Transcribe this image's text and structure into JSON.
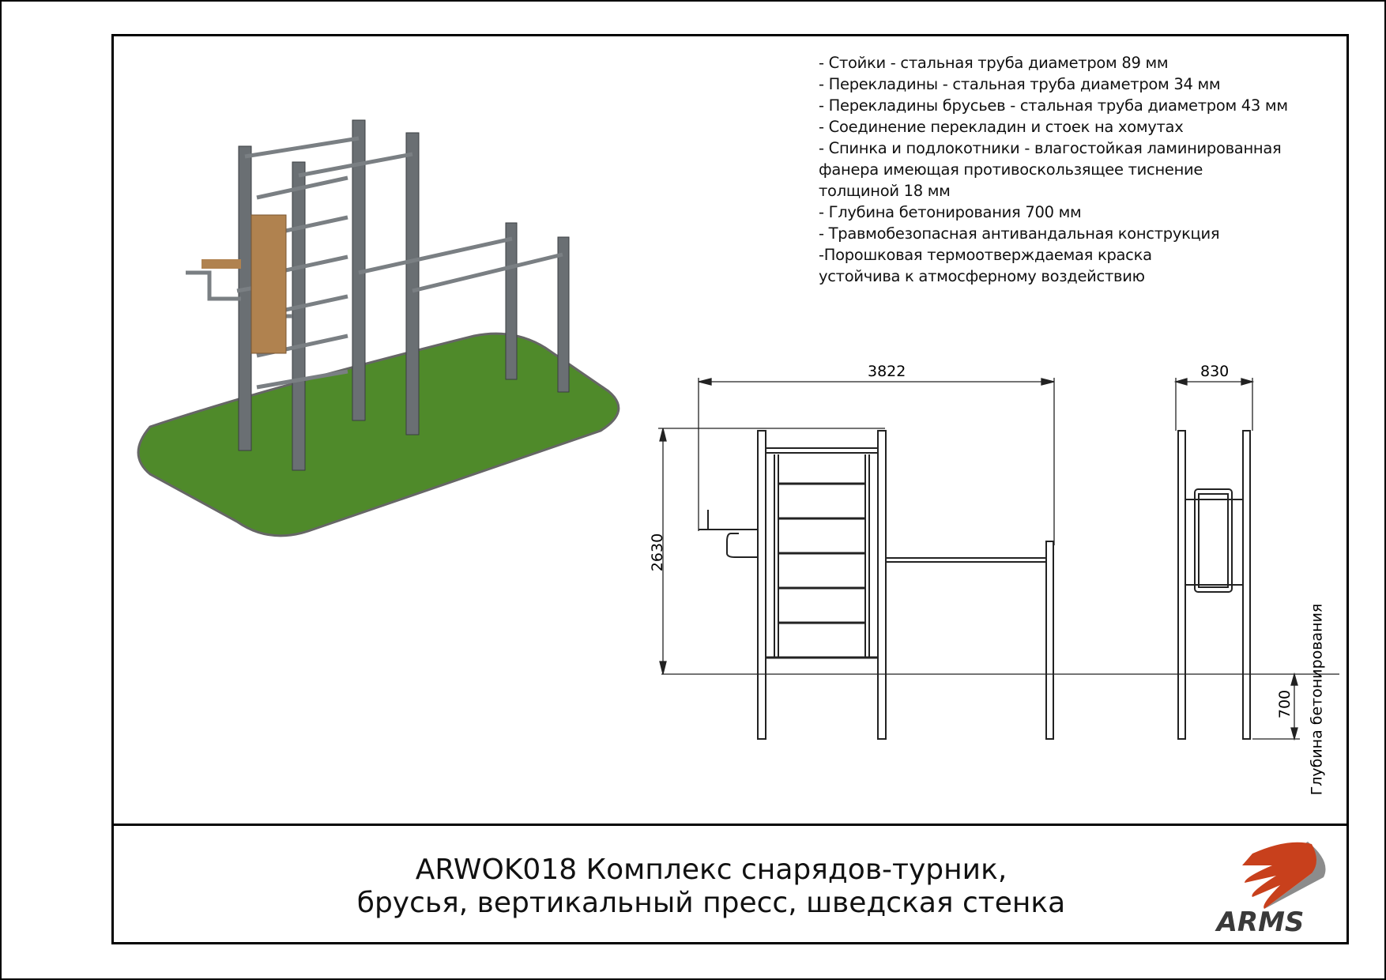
{
  "specs": [
    "- Стойки - стальная труба диаметром 89 мм",
    "- Перекладины - стальная труба диаметром 34 мм",
    "- Перекладины брусьев - стальная труба диаметром 43 мм",
    "- Соединение перекладин и стоек на хомутах",
    "- Спинка и подлокотники - влагостойкая ламинированная",
    "фанера имеющая противоскользящее тиснение",
    "толщиной 18 мм",
    "- Глубина бетонирования 700 мм",
    "- Травмобезопасная антивандальная конструкция",
    "-Порошковая термоотверждаемая краска",
    "устойчива к атмосферному воздействию"
  ],
  "dimensions": {
    "width": "3822",
    "depth_side": "830",
    "height": "2630",
    "burial": "700",
    "burial_label": "Глубина бетонирования"
  },
  "title": {
    "line1": "ARWOK018 Комплекс снарядов-турник,",
    "line2": "брусья, вертикальный пресс, шведская стенка"
  },
  "logo": {
    "text": "ARMS",
    "color": "#c8401c"
  }
}
